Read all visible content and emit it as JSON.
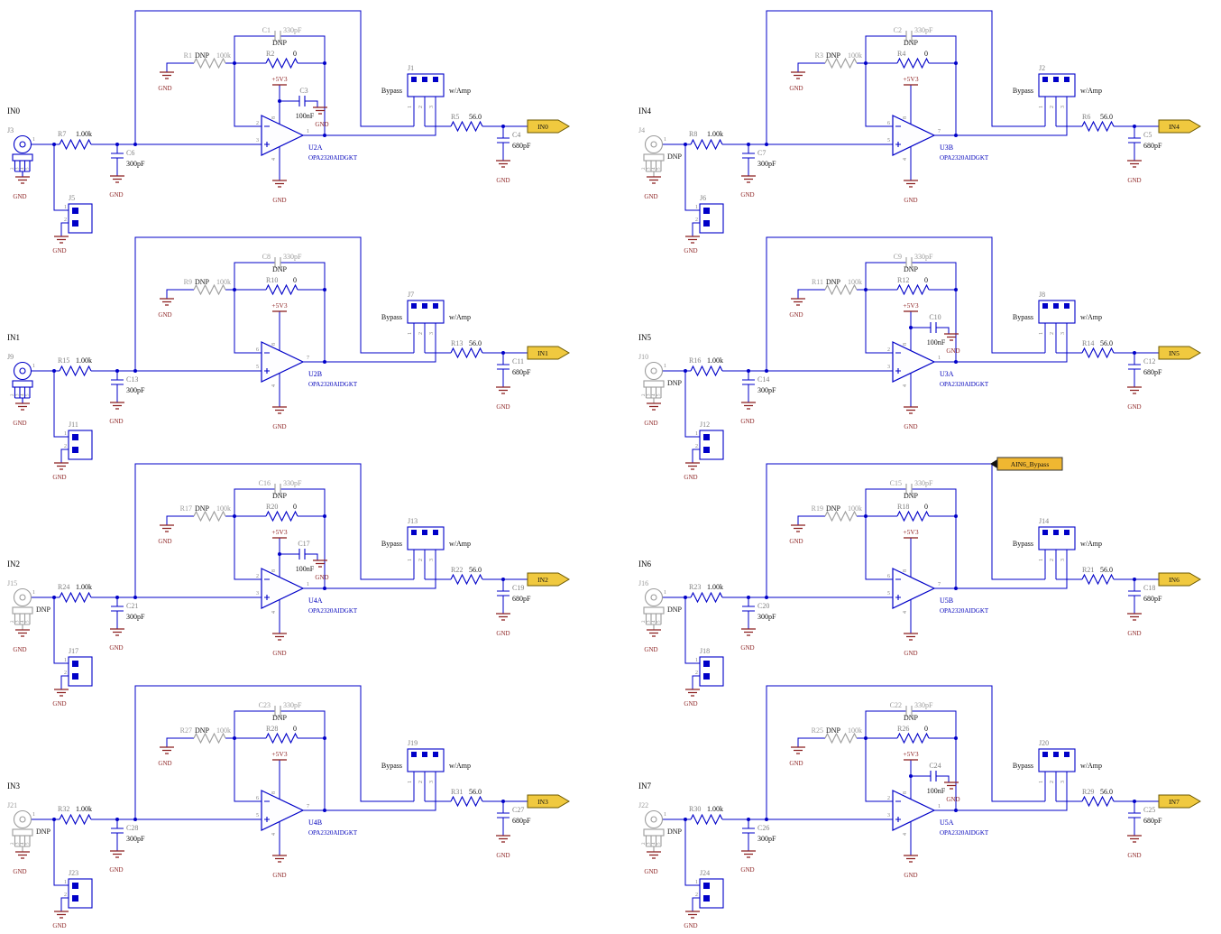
{
  "labels": {
    "gnd": "GND",
    "power": "+5V3",
    "bypass": "Bypass",
    "wamp": "w/Amp",
    "dnp": "DNP",
    "connector_pin1": "1",
    "connector_shield_pins": [
      "2",
      "3",
      "4",
      "5"
    ],
    "jumper_pins": [
      "1",
      "2",
      "3"
    ],
    "gnd_jumper_pins": [
      "1",
      "2"
    ]
  },
  "colors": {
    "wire": "#0000c8",
    "ground": "#8b1f1f",
    "power": "#8b1f1f",
    "refdes_gray": "#7f7f7f",
    "dnp_gray": "#9c9c9c",
    "ic_text_blue": "#0000bb",
    "flag_yellow": "#f0c93f",
    "net_label_yellow": "#f0b731"
  },
  "channels": [
    {
      "input_label": "IN0",
      "connector": {
        "ref": "J3",
        "dnp": false
      },
      "series_res": {
        "ref": "R7",
        "value": "1.00k"
      },
      "shunt_cap": {
        "ref": "C6",
        "value": "300pF"
      },
      "fb_cap": {
        "ref": "C1",
        "value": "330pF",
        "dnp": true
      },
      "fb_gnd_res": {
        "ref": "R1",
        "value": "100k",
        "dnp": true
      },
      "fb_res": {
        "ref": "R2",
        "value": "0"
      },
      "decap": {
        "present": true,
        "ref": "C3",
        "value": "100nF"
      },
      "opamp": {
        "ref": "U2A",
        "part": "OPA2320AIDGKT",
        "pin_minus": "2",
        "pin_plus": "3",
        "pin_out": "1",
        "pin_vcc": "8",
        "pin_gnd": "4"
      },
      "jumper": {
        "ref": "J1"
      },
      "out_res": {
        "ref": "R5",
        "value": "56.0"
      },
      "out_cap": {
        "ref": "C4",
        "value": "680pF"
      },
      "out_flag": "IN0",
      "gnd_jumper": {
        "ref": "J5"
      },
      "net_label": null
    },
    {
      "input_label": "IN1",
      "connector": {
        "ref": "J9",
        "dnp": false
      },
      "series_res": {
        "ref": "R15",
        "value": "1.00k"
      },
      "shunt_cap": {
        "ref": "C13",
        "value": "300pF"
      },
      "fb_cap": {
        "ref": "C8",
        "value": "330pF",
        "dnp": true
      },
      "fb_gnd_res": {
        "ref": "R9",
        "value": "100k",
        "dnp": true
      },
      "fb_res": {
        "ref": "R10",
        "value": "0"
      },
      "decap": {
        "present": false
      },
      "opamp": {
        "ref": "U2B",
        "part": "OPA2320AIDGKT",
        "pin_minus": "6",
        "pin_plus": "5",
        "pin_out": "7",
        "pin_vcc": "8",
        "pin_gnd": "4"
      },
      "jumper": {
        "ref": "J7"
      },
      "out_res": {
        "ref": "R13",
        "value": "56.0"
      },
      "out_cap": {
        "ref": "C11",
        "value": "680pF"
      },
      "out_flag": "IN1",
      "gnd_jumper": {
        "ref": "J11"
      },
      "net_label": null
    },
    {
      "input_label": "IN2",
      "connector": {
        "ref": "J15",
        "dnp": true
      },
      "series_res": {
        "ref": "R24",
        "value": "1.00k"
      },
      "shunt_cap": {
        "ref": "C21",
        "value": "300pF"
      },
      "fb_cap": {
        "ref": "C16",
        "value": "330pF",
        "dnp": true
      },
      "fb_gnd_res": {
        "ref": "R17",
        "value": "100k",
        "dnp": true
      },
      "fb_res": {
        "ref": "R20",
        "value": "0"
      },
      "decap": {
        "present": true,
        "ref": "C17",
        "value": "100nF"
      },
      "opamp": {
        "ref": "U4A",
        "part": "OPA2320AIDGKT",
        "pin_minus": "2",
        "pin_plus": "3",
        "pin_out": "1",
        "pin_vcc": "8",
        "pin_gnd": "4"
      },
      "jumper": {
        "ref": "J13"
      },
      "out_res": {
        "ref": "R22",
        "value": "56.0"
      },
      "out_cap": {
        "ref": "C19",
        "value": "680pF"
      },
      "out_flag": "IN2",
      "gnd_jumper": {
        "ref": "J17"
      },
      "net_label": null
    },
    {
      "input_label": "IN3",
      "connector": {
        "ref": "J21",
        "dnp": true
      },
      "series_res": {
        "ref": "R32",
        "value": "1.00k"
      },
      "shunt_cap": {
        "ref": "C28",
        "value": "300pF"
      },
      "fb_cap": {
        "ref": "C23",
        "value": "330pF",
        "dnp": true
      },
      "fb_gnd_res": {
        "ref": "R27",
        "value": "100k",
        "dnp": true
      },
      "fb_res": {
        "ref": "R28",
        "value": "0"
      },
      "decap": {
        "present": false
      },
      "opamp": {
        "ref": "U4B",
        "part": "OPA2320AIDGKT",
        "pin_minus": "6",
        "pin_plus": "5",
        "pin_out": "7",
        "pin_vcc": "8",
        "pin_gnd": "4"
      },
      "jumper": {
        "ref": "J19"
      },
      "out_res": {
        "ref": "R31",
        "value": "56.0"
      },
      "out_cap": {
        "ref": "C27",
        "value": "680pF"
      },
      "out_flag": "IN3",
      "gnd_jumper": {
        "ref": "J23"
      },
      "net_label": null
    },
    {
      "input_label": "IN4",
      "connector": {
        "ref": "J4",
        "dnp": true
      },
      "series_res": {
        "ref": "R8",
        "value": "1.00k"
      },
      "shunt_cap": {
        "ref": "C7",
        "value": "300pF"
      },
      "fb_cap": {
        "ref": "C2",
        "value": "330pF",
        "dnp": true
      },
      "fb_gnd_res": {
        "ref": "R3",
        "value": "100k",
        "dnp": true
      },
      "fb_res": {
        "ref": "R4",
        "value": "0"
      },
      "decap": {
        "present": false
      },
      "opamp": {
        "ref": "U3B",
        "part": "OPA2320AIDGKT",
        "pin_minus": "6",
        "pin_plus": "5",
        "pin_out": "7",
        "pin_vcc": "8",
        "pin_gnd": "4"
      },
      "jumper": {
        "ref": "J2"
      },
      "out_res": {
        "ref": "R6",
        "value": "56.0"
      },
      "out_cap": {
        "ref": "C5",
        "value": "680pF"
      },
      "out_flag": "IN4",
      "gnd_jumper": {
        "ref": "J6"
      },
      "net_label": null
    },
    {
      "input_label": "IN5",
      "connector": {
        "ref": "J10",
        "dnp": true
      },
      "series_res": {
        "ref": "R16",
        "value": "1.00k"
      },
      "shunt_cap": {
        "ref": "C14",
        "value": "300pF"
      },
      "fb_cap": {
        "ref": "C9",
        "value": "330pF",
        "dnp": true
      },
      "fb_gnd_res": {
        "ref": "R11",
        "value": "100k",
        "dnp": true
      },
      "fb_res": {
        "ref": "R12",
        "value": "0"
      },
      "decap": {
        "present": true,
        "ref": "C10",
        "value": "100nF"
      },
      "opamp": {
        "ref": "U3A",
        "part": "OPA2320AIDGKT",
        "pin_minus": "2",
        "pin_plus": "3",
        "pin_out": "1",
        "pin_vcc": "8",
        "pin_gnd": "4"
      },
      "jumper": {
        "ref": "J8"
      },
      "out_res": {
        "ref": "R14",
        "value": "56.0"
      },
      "out_cap": {
        "ref": "C12",
        "value": "680pF"
      },
      "out_flag": "IN5",
      "gnd_jumper": {
        "ref": "J12"
      },
      "net_label": null
    },
    {
      "input_label": "IN6",
      "connector": {
        "ref": "J16",
        "dnp": true
      },
      "series_res": {
        "ref": "R23",
        "value": "1.00k"
      },
      "shunt_cap": {
        "ref": "C20",
        "value": "300pF"
      },
      "fb_cap": {
        "ref": "C15",
        "value": "330pF",
        "dnp": true
      },
      "fb_gnd_res": {
        "ref": "R19",
        "value": "100k",
        "dnp": true
      },
      "fb_res": {
        "ref": "R18",
        "value": "0"
      },
      "decap": {
        "present": false
      },
      "opamp": {
        "ref": "U5B",
        "part": "OPA2320AIDGKT",
        "pin_minus": "6",
        "pin_plus": "5",
        "pin_out": "7",
        "pin_vcc": "8",
        "pin_gnd": "4"
      },
      "jumper": {
        "ref": "J14"
      },
      "out_res": {
        "ref": "R21",
        "value": "56.0"
      },
      "out_cap": {
        "ref": "C18",
        "value": "680pF"
      },
      "out_flag": "IN6",
      "gnd_jumper": {
        "ref": "J18"
      },
      "net_label": "AIN6_Bypass"
    },
    {
      "input_label": "IN7",
      "connector": {
        "ref": "J22",
        "dnp": true
      },
      "series_res": {
        "ref": "R30",
        "value": "1.00k"
      },
      "shunt_cap": {
        "ref": "C26",
        "value": "300pF"
      },
      "fb_cap": {
        "ref": "C22",
        "value": "330pF",
        "dnp": true
      },
      "fb_gnd_res": {
        "ref": "R25",
        "value": "100k",
        "dnp": true
      },
      "fb_res": {
        "ref": "R26",
        "value": "0"
      },
      "decap": {
        "present": true,
        "ref": "C24",
        "value": "100nF"
      },
      "opamp": {
        "ref": "U5A",
        "part": "OPA2320AIDGKT",
        "pin_minus": "2",
        "pin_plus": "3",
        "pin_out": "1",
        "pin_vcc": "8",
        "pin_gnd": "4"
      },
      "jumper": {
        "ref": "J20"
      },
      "out_res": {
        "ref": "R29",
        "value": "56.0"
      },
      "out_cap": {
        "ref": "C25",
        "value": "680pF"
      },
      "out_flag": "IN7",
      "gnd_jumper": {
        "ref": "J24"
      },
      "net_label": null
    }
  ]
}
